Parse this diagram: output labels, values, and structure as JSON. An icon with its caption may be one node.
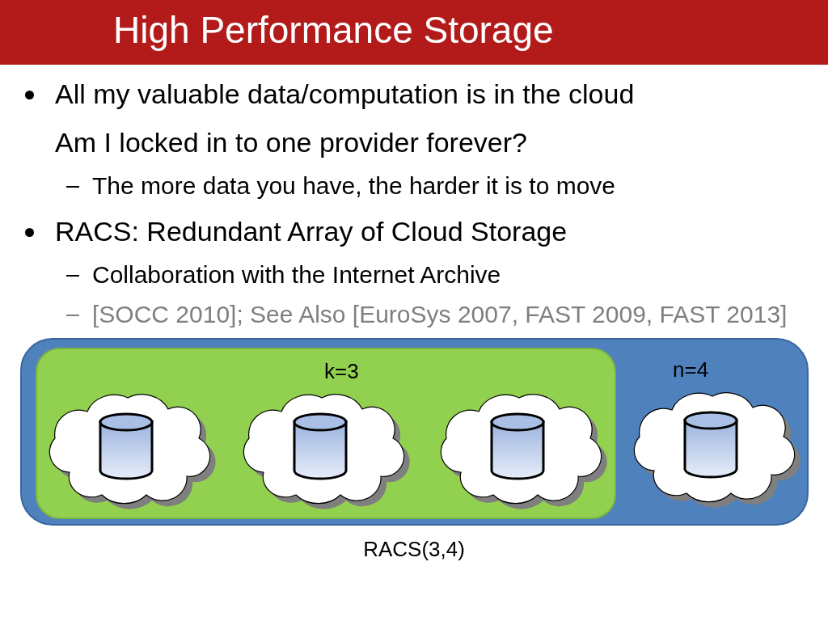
{
  "diagram": {
    "title": "High Performance Storage",
    "nodes": [
      {
        "text": [
          "n=4"
        ],
        "beside": [
          "RACS(3,4)"
        ]
      },
      {
        "text": [
          "k=3"
        ],
        "in": 0
      },
      {
        "text": [],
        "shape": "cloud",
        "in": 1
      },
      {
        "text": [],
        "shape": "cloud",
        "in": 1
      },
      {
        "text": [],
        "shape": "cloud",
        "in": 1
      },
      {
        "text": [],
        "shape": "cloud",
        "in": 0
      }
    ],
    "edges": [],
    "labels": [
      "All my valuable data/computation is in the cloud",
      "Am I locked in to one provider forever?",
      "The more data you have, the harder it is to move",
      "RACS: Redundant Array of Cloud Storage",
      "Collaboration with the Internet Archive",
      "[SOCC 2010]; See Also [EuroSys 2007, FAST 2009, FAST 2013]"
    ]
  }
}
